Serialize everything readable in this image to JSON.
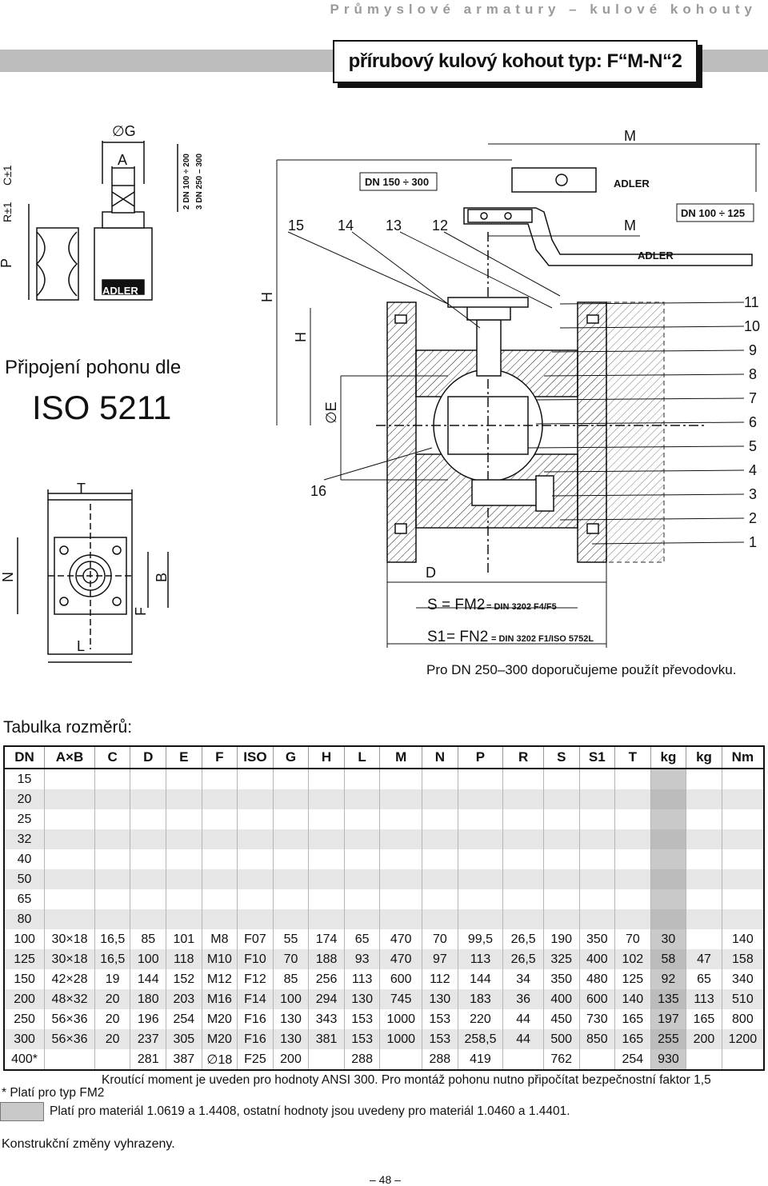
{
  "header": "Průmyslové armatury – kulové kohouty",
  "title": "přírubový kulový kohout typ: F“M-N“2",
  "drawing": {
    "captions": [
      "Připojení pohonu dle",
      "ISO 5211"
    ],
    "labels": {
      "G": "∅G",
      "A": "A",
      "C": "C±1",
      "R": "R±1",
      "P": "P",
      "T": "T",
      "N": "N",
      "L": "L",
      "B": "B",
      "F": "F",
      "H": "H",
      "E": "∅E",
      "D": "D",
      "M": "M",
      "variant1": "2 DN 100 ÷ 200",
      "variant2": "3 DN 250 – 300",
      "dn_150_300": "DN 150 ÷ 300",
      "dn_100_125": "DN 100 ÷ 125",
      "brand": "ADLER",
      "s_main": "S",
      "s_fm": "= FM2",
      "s_din": "= DIN 3202 F4/F5",
      "s1_main": "S1",
      "s1_fn": "= FN2",
      "s1_din": "= DIN 3202 F1/ISO 5752L",
      "parts_top": [
        "15",
        "14",
        "13",
        "12"
      ],
      "parts_side": [
        "11",
        "10",
        "9",
        "8",
        "7",
        "6",
        "5",
        "4",
        "3",
        "2",
        "1"
      ],
      "part_16": "16"
    }
  },
  "note_gearbox": "Pro DN 250–300 doporučujeme použít převodovku.",
  "table_title": "Tabulka rozměrů:",
  "table": {
    "headers": [
      "DN",
      "A×B",
      "C",
      "D",
      "E",
      "F",
      "ISO",
      "G",
      "H",
      "L",
      "M",
      "N",
      "P",
      "R",
      "S",
      "S1",
      "T",
      "kg",
      "kg",
      "Nm"
    ],
    "rows": [
      [
        "15",
        "",
        "",
        "",
        "",
        "",
        "",
        "",
        "",
        "",
        "",
        "",
        "",
        "",
        "",
        "",
        "",
        "",
        "",
        ""
      ],
      [
        "20",
        "",
        "",
        "",
        "",
        "",
        "",
        "",
        "",
        "",
        "",
        "",
        "",
        "",
        "",
        "",
        "",
        "",
        "",
        ""
      ],
      [
        "25",
        "",
        "",
        "",
        "",
        "",
        "",
        "",
        "",
        "",
        "",
        "",
        "",
        "",
        "",
        "",
        "",
        "",
        "",
        ""
      ],
      [
        "32",
        "",
        "",
        "",
        "",
        "",
        "",
        "",
        "",
        "",
        "",
        "",
        "",
        "",
        "",
        "",
        "",
        "",
        "",
        ""
      ],
      [
        "40",
        "",
        "",
        "",
        "",
        "",
        "",
        "",
        "",
        "",
        "",
        "",
        "",
        "",
        "",
        "",
        "",
        "",
        "",
        ""
      ],
      [
        "50",
        "",
        "",
        "",
        "",
        "",
        "",
        "",
        "",
        "",
        "",
        "",
        "",
        "",
        "",
        "",
        "",
        "",
        "",
        ""
      ],
      [
        "65",
        "",
        "",
        "",
        "",
        "",
        "",
        "",
        "",
        "",
        "",
        "",
        "",
        "",
        "",
        "",
        "",
        "",
        "",
        ""
      ],
      [
        "80",
        "",
        "",
        "",
        "",
        "",
        "",
        "",
        "",
        "",
        "",
        "",
        "",
        "",
        "",
        "",
        "",
        "",
        "",
        ""
      ],
      [
        "100",
        "30×18",
        "16,5",
        "85",
        "101",
        "M8",
        "F07",
        "55",
        "174",
        "65",
        "470",
        "70",
        "99,5",
        "26,5",
        "190",
        "350",
        "70",
        "30",
        "",
        "140"
      ],
      [
        "125",
        "30×18",
        "16,5",
        "100",
        "118",
        "M10",
        "F10",
        "70",
        "188",
        "93",
        "470",
        "97",
        "113",
        "26,5",
        "325",
        "400",
        "102",
        "58",
        "47",
        "158"
      ],
      [
        "150",
        "42×28",
        "19",
        "144",
        "152",
        "M12",
        "F12",
        "85",
        "256",
        "113",
        "600",
        "112",
        "144",
        "34",
        "350",
        "480",
        "125",
        "92",
        "65",
        "340"
      ],
      [
        "200",
        "48×32",
        "20",
        "180",
        "203",
        "M16",
        "F14",
        "100",
        "294",
        "130",
        "745",
        "130",
        "183",
        "36",
        "400",
        "600",
        "140",
        "135",
        "113",
        "510"
      ],
      [
        "250",
        "56×36",
        "20",
        "196",
        "254",
        "M20",
        "F16",
        "130",
        "343",
        "153",
        "1000",
        "153",
        "220",
        "44",
        "450",
        "730",
        "165",
        "197",
        "165",
        "800"
      ],
      [
        "300",
        "56×36",
        "20",
        "237",
        "305",
        "M20",
        "F16",
        "130",
        "381",
        "153",
        "1000",
        "153",
        "258,5",
        "44",
        "500",
        "850",
        "165",
        "255",
        "200",
        "1200"
      ],
      [
        "400*",
        "",
        "",
        "281",
        "387",
        "∅18",
        "F25",
        "200",
        "",
        "288",
        "",
        "288",
        "419",
        "",
        "762",
        "",
        "254",
        "930",
        "",
        ""
      ]
    ]
  },
  "footnotes": {
    "torque": "Kroutící moment je uveden pro hodnoty ANSI 300. Pro montáž pohonu nutno připočítat bezpečnostní faktor 1,5",
    "star": "* Platí pro typ FM2",
    "material": "Platí pro materiál 1.0619 a 1.4408, ostatní hodnoty jsou uvedeny pro materiál 1.0460 a 1.4401.",
    "changes": "Konstrukční změny vyhrazeny."
  },
  "page_number": "– 48 –",
  "colors": {
    "band": "#bdbdbd",
    "highlight": "#c9c9c9",
    "stripe": "#e6e6e6",
    "ink": "#111111",
    "header_text": "#9a9a9a"
  }
}
